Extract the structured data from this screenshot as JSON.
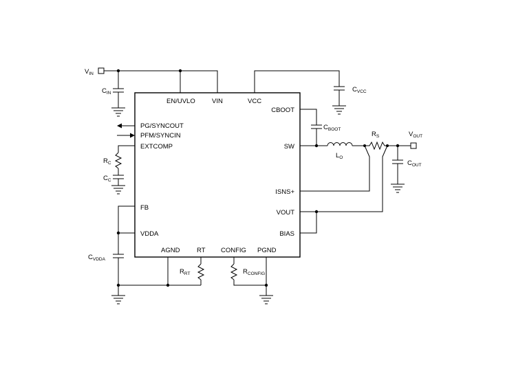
{
  "ic": {
    "top_pins": [
      "EN/UVLO",
      "VIN",
      "VCC"
    ],
    "left_pins": [
      "PG/SYNCOUT",
      "PFM/SYNCIN",
      "EXTCOMP",
      "FB",
      "VDDA"
    ],
    "right_pins": [
      "CBOOT",
      "SW",
      "ISNS+",
      "VOUT",
      "BIAS"
    ],
    "bottom_pins": [
      "AGND",
      "RT",
      "CONFIG",
      "PGND"
    ]
  },
  "components": {
    "vin": {
      "main": "V",
      "sub": "IN"
    },
    "cin": {
      "main": "C",
      "sub": "IN"
    },
    "cvcc": {
      "main": "C",
      "sub": "VCC"
    },
    "cboot": {
      "main": "C",
      "sub": "BOOT"
    },
    "rs": {
      "main": "R",
      "sub": "S"
    },
    "vout": {
      "main": "V",
      "sub": "OUT"
    },
    "lo": {
      "main": "L",
      "sub": "O"
    },
    "cout": {
      "main": "C",
      "sub": "OUT"
    },
    "rc": {
      "main": "R",
      "sub": "C"
    },
    "cc": {
      "main": "C",
      "sub": "C"
    },
    "cvdda": {
      "main": "C",
      "sub": "VDDA"
    },
    "rrt": {
      "main": "R",
      "sub": "RT"
    },
    "rcnfg": {
      "main": "R",
      "sub": "CONFIG"
    }
  }
}
